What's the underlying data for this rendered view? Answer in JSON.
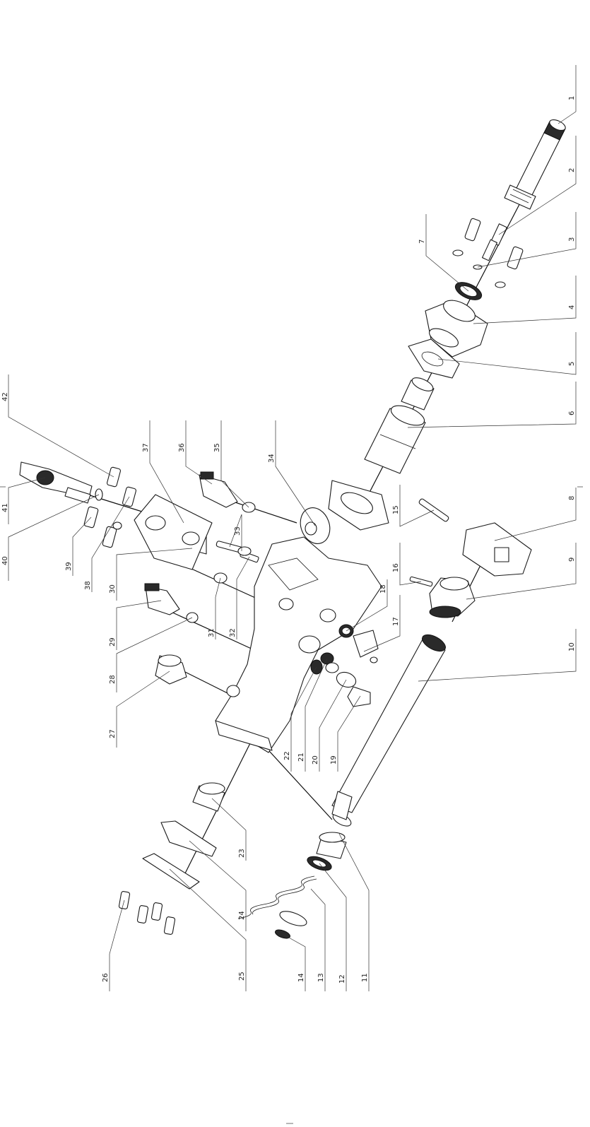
{
  "diagram": {
    "callouts": [
      {
        "id": "1",
        "label": "1"
      },
      {
        "id": "2",
        "label": "2"
      },
      {
        "id": "3",
        "label": "3"
      },
      {
        "id": "4",
        "label": "4"
      },
      {
        "id": "5",
        "label": "5"
      },
      {
        "id": "6",
        "label": "6"
      },
      {
        "id": "7",
        "label": "7"
      },
      {
        "id": "8",
        "label": "8"
      },
      {
        "id": "9",
        "label": "9"
      },
      {
        "id": "10",
        "label": "10"
      },
      {
        "id": "11",
        "label": "11"
      },
      {
        "id": "12",
        "label": "12"
      },
      {
        "id": "13",
        "label": "13"
      },
      {
        "id": "14",
        "label": "14"
      },
      {
        "id": "15",
        "label": "15"
      },
      {
        "id": "16",
        "label": "16"
      },
      {
        "id": "17",
        "label": "17"
      },
      {
        "id": "18",
        "label": "18"
      },
      {
        "id": "19",
        "label": "19"
      },
      {
        "id": "20",
        "label": "20"
      },
      {
        "id": "21",
        "label": "21"
      },
      {
        "id": "22",
        "label": "22"
      },
      {
        "id": "23",
        "label": "23"
      },
      {
        "id": "24",
        "label": "24"
      },
      {
        "id": "25",
        "label": "25"
      },
      {
        "id": "26",
        "label": "26"
      },
      {
        "id": "27",
        "label": "27"
      },
      {
        "id": "28",
        "label": "28"
      },
      {
        "id": "29",
        "label": "29"
      },
      {
        "id": "30",
        "label": "30"
      },
      {
        "id": "31",
        "label": "31"
      },
      {
        "id": "32",
        "label": "32"
      },
      {
        "id": "33",
        "label": "33"
      },
      {
        "id": "34",
        "label": "34"
      },
      {
        "id": "35",
        "label": "35"
      },
      {
        "id": "36",
        "label": "36"
      },
      {
        "id": "37",
        "label": "37"
      },
      {
        "id": "38",
        "label": "38"
      },
      {
        "id": "39",
        "label": "39"
      },
      {
        "id": "40",
        "label": "40"
      },
      {
        "id": "41",
        "label": "41"
      },
      {
        "id": "42",
        "label": "42"
      }
    ]
  }
}
